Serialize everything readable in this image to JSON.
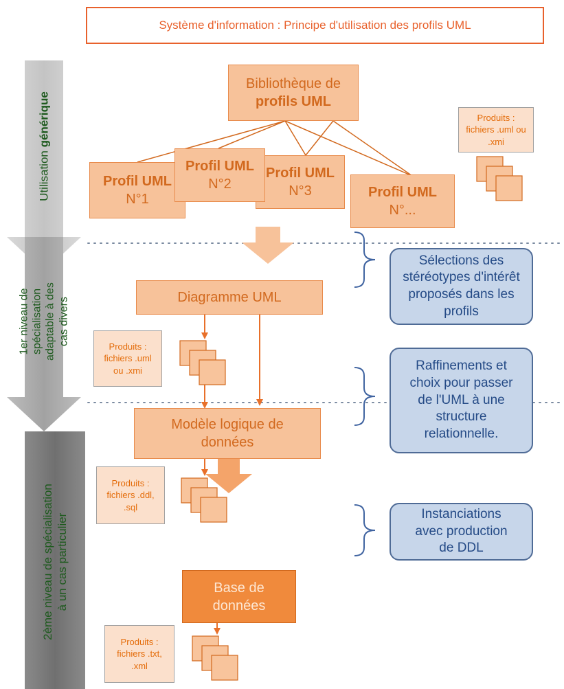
{
  "title": "Système d'information : Principe d'utilisation des profils UML",
  "library": {
    "line1": "Bibliothèque de",
    "line2": "profils UML"
  },
  "profiles": [
    {
      "name": "Profil UML",
      "number": "N°1"
    },
    {
      "name": "Profil UML",
      "number": "N°2"
    },
    {
      "name": "Profil UML",
      "number": "N°3"
    },
    {
      "name": "Profil UML",
      "number": "N°..."
    }
  ],
  "diagram_uml": "Diagramme UML",
  "logical_model": {
    "line1": "Modèle logique de",
    "line2": "données"
  },
  "database": {
    "line1": "Base de",
    "line2": "données"
  },
  "products": {
    "top": {
      "line1": "Produits :",
      "line2": "fichiers .uml ou",
      "line3": ".xmi"
    },
    "uml": {
      "line1": "Produits :",
      "line2": "fichiers .uml",
      "line3": "ou .xmi"
    },
    "ddl": {
      "line1": "Produits :",
      "line2": "fichiers .ddl,",
      "line3": ".sql"
    },
    "txt": {
      "line1": "Produits :",
      "line2": "fichiers .txt,",
      "line3": ".xml"
    }
  },
  "notes": {
    "selections": {
      "line1": "Sélections des",
      "line2": "stéréotypes d'intérêt",
      "line3": "proposés dans les",
      "line4": "profils"
    },
    "raffinements": {
      "line1": "Raffinements et",
      "line2": "choix pour passer",
      "line3": "de l'UML à une",
      "line4": "structure",
      "line5": "relationnelle."
    },
    "instanciations": {
      "line1": "Instanciations",
      "line2": "avec production",
      "line3": "de DDL"
    }
  },
  "levels": {
    "generic": {
      "prefix": "Utilisation ",
      "bold": "générique"
    },
    "first": {
      "line1": "1er niveau de",
      "line2": "spécialisation",
      "line3": "adaptable à des",
      "line4": "cas divers"
    },
    "second": {
      "line1": "2ème niveau de spécialisation",
      "line2": "à un cas particulier"
    }
  },
  "colors": {
    "title_border": "#e8612c",
    "profile_box": "#f7c29a",
    "database_box": "#f08a3c",
    "note_box": "#c7d6ea",
    "level_generic": "#c8c8c8",
    "level_first": "#a8a8a8",
    "level_second": "#777777",
    "level_text": "#1e5a1e"
  }
}
